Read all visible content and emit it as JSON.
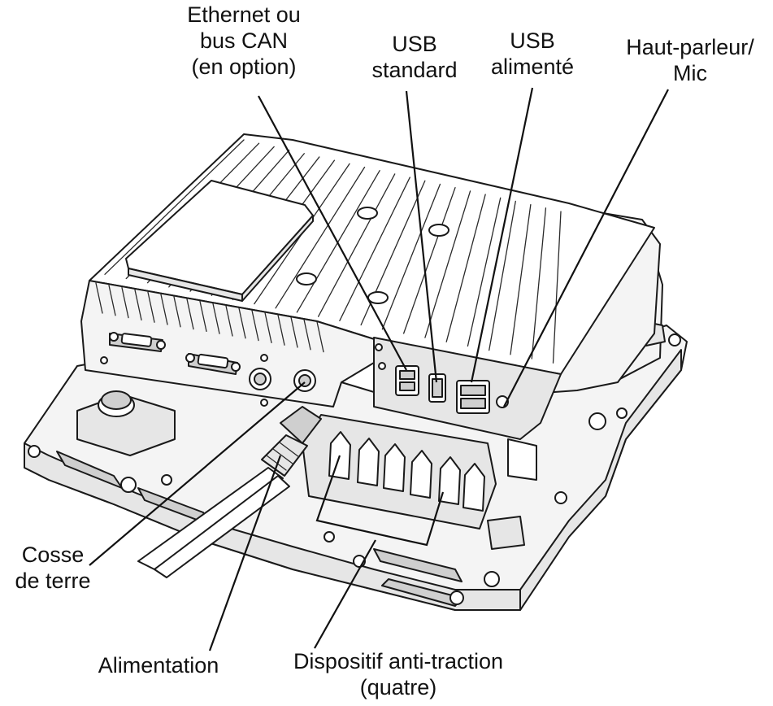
{
  "labels": {
    "ethernet": [
      "Ethernet ou",
      "bus CAN",
      "(en option)"
    ],
    "usb_standard": [
      "USB",
      "standard"
    ],
    "usb_powered": [
      "USB",
      "alimenté"
    ],
    "speaker_mic": [
      "Haut-parleur/",
      "Mic"
    ],
    "ground_lug": [
      "Cosse",
      "de terre"
    ],
    "power": [
      "Alimentation"
    ],
    "strain_relief": [
      "Dispositif anti-traction",
      "(quatre)"
    ]
  }
}
